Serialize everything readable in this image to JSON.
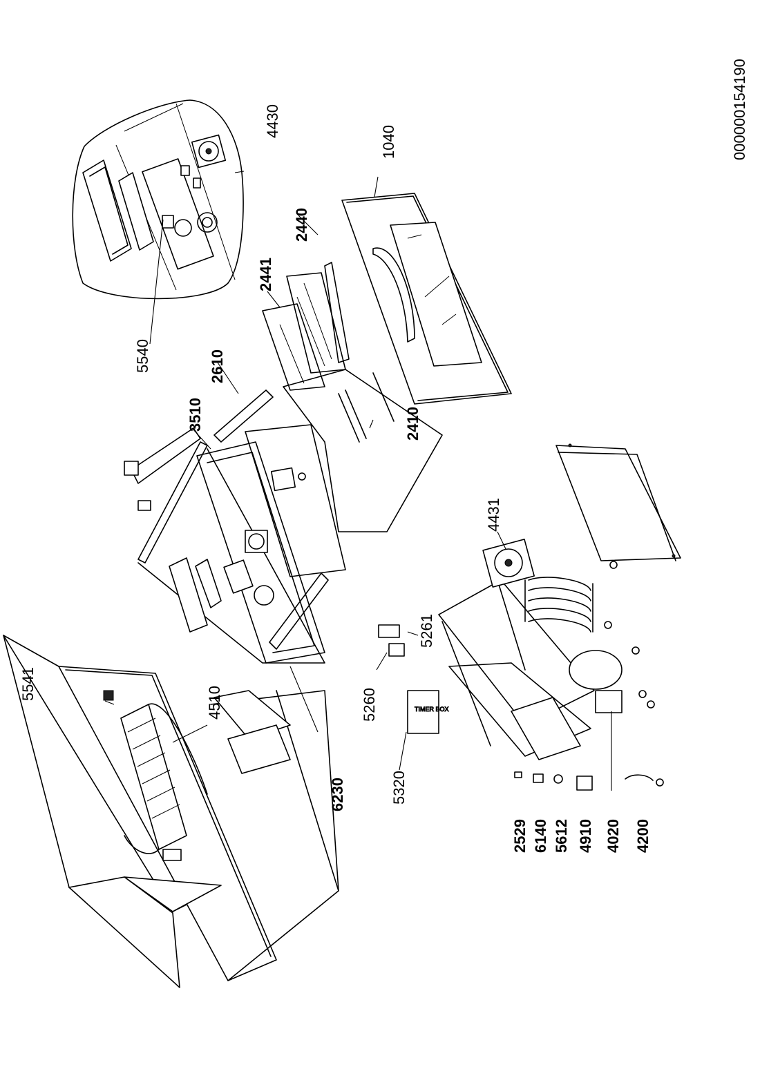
{
  "document_id": "000000154190",
  "parts": {
    "p1040": "1040",
    "p2440": "2440",
    "p2441": "2441",
    "p2410": "2410",
    "p2610": "2610",
    "p3510": "3510",
    "p4430": "4430",
    "p4431": "4431",
    "p5540": "5540",
    "p5541": "5541",
    "p4510": "4510",
    "p6230": "6230",
    "p5261": "5261",
    "p5260": "5260",
    "p5320": "5320",
    "p4020": "4020",
    "p2529": "2529",
    "p6140": "6140",
    "p5612": "5612",
    "p4910": "4910",
    "p4200": "4200"
  },
  "tag_text": "TIMER BOX"
}
